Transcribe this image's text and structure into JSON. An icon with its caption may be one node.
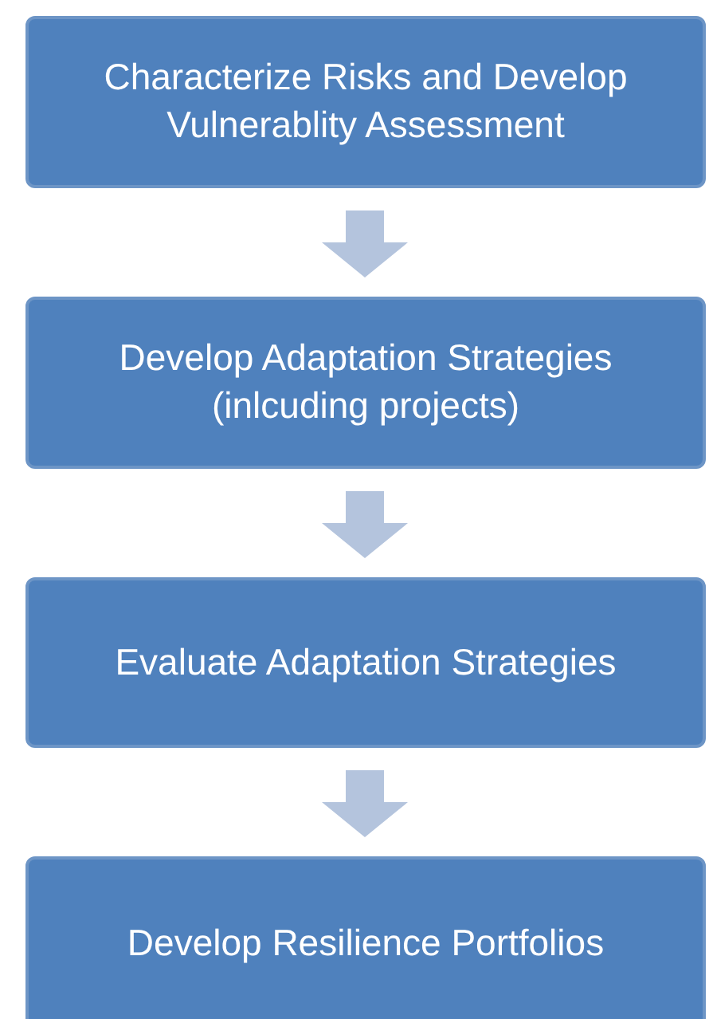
{
  "diagram": {
    "nodes": [
      {
        "text": [
          "Characterize Risks and Develop Vulnerablity Assessment"
        ]
      },
      {
        "text": [
          "Develop Adaptation Strategies (inlcuding projects)"
        ]
      },
      {
        "text": [
          "Evaluate Adaptation Strategies"
        ]
      },
      {
        "text": [
          "Develop Resilience Portfolios"
        ]
      }
    ],
    "edges": [
      {
        "from": 0,
        "to": 1,
        "arrow": "to"
      },
      {
        "from": 1,
        "to": 2,
        "arrow": "to"
      },
      {
        "from": 2,
        "to": 3,
        "arrow": "to"
      }
    ]
  }
}
